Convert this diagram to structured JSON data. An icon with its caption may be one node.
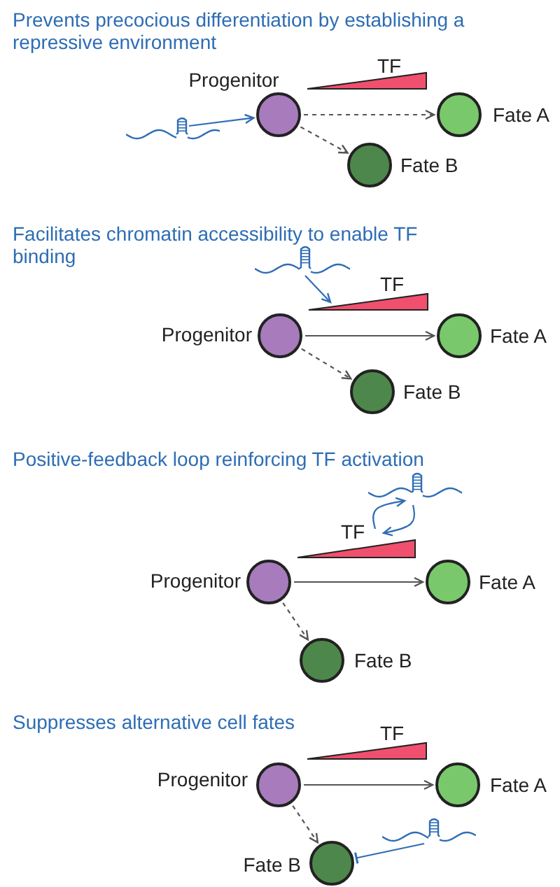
{
  "diagram": {
    "nodes": [
      {
        "text": [
          "Progenitor"
        ]
      },
      {
        "text": [
          "TF"
        ]
      },
      {
        "text": [
          "Fate A"
        ]
      },
      {
        "text": [
          "Fate B"
        ]
      },
      {
        "text": [],
        "shape": "picture"
      },
      {
        "text": [
          "Progenitor"
        ]
      },
      {
        "text": [
          "TF"
        ]
      },
      {
        "text": [
          "Fate A"
        ]
      },
      {
        "text": [
          "Fate B"
        ]
      },
      {
        "text": [],
        "shape": "picture"
      },
      {
        "text": [
          "Progenitor"
        ]
      },
      {
        "text": [
          "TF"
        ]
      },
      {
        "text": [
          "Fate A"
        ]
      },
      {
        "text": [
          "Fate B"
        ]
      },
      {
        "text": [],
        "shape": "picture"
      },
      {
        "text": [
          "Progenitor"
        ]
      },
      {
        "text": [
          "TF"
        ]
      },
      {
        "text": [
          "Fate A"
        ]
      },
      {
        "text": [
          "Fate B"
        ]
      },
      {
        "text": [],
        "shape": "picture"
      }
    ],
    "edges": [
      {
        "from": 4,
        "to": 0,
        "arrow": "to",
        "color": "#2f6db5"
      },
      {
        "from": 0,
        "to": 2,
        "arrow": "to",
        "style": "dashed"
      },
      {
        "from": 0,
        "to": 3,
        "arrow": "to",
        "style": "dashed"
      },
      {
        "from": 9,
        "to": 6,
        "arrow": "to",
        "color": "#2f6db5"
      },
      {
        "from": 5,
        "to": 7,
        "arrow": "to"
      },
      {
        "from": 5,
        "to": 8,
        "arrow": "to",
        "style": "dashed"
      },
      {
        "from": 14,
        "to": 11,
        "arrow": "to",
        "color": "#2f6db5"
      },
      {
        "from": 11,
        "to": 14,
        "arrow": "to",
        "color": "#2f6db5"
      },
      {
        "from": 10,
        "to": 12,
        "arrow": "to"
      },
      {
        "from": 10,
        "to": 13,
        "arrow": "to",
        "style": "dashed"
      },
      {
        "from": 15,
        "to": 17,
        "arrow": "to"
      },
      {
        "from": 15,
        "to": 18,
        "arrow": "to",
        "style": "dashed"
      },
      {
        "from": 19,
        "to": 18,
        "arrow": "other",
        "color": "#2f6db5"
      }
    ],
    "labels": [
      "Prevents precocious differentiation by establishing a repressive environment",
      "Facilitates chromatin accessibility to enable TF binding",
      "Positive-feedback loop reinforcing TF activation",
      "Suppresses alternative cell fates"
    ]
  }
}
